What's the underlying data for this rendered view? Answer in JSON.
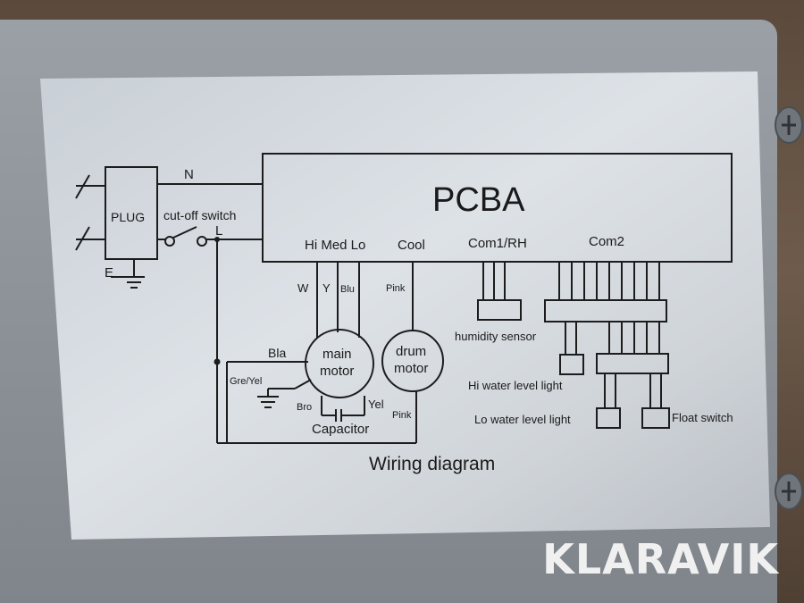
{
  "diagram": {
    "pcba_label": "PCBA",
    "plug_label": "PLUG",
    "n_label": "N",
    "e_label": "E",
    "l_label": "L",
    "cutoff_label": "cut-off switch",
    "hi_med_lo_label": "Hi Med Lo",
    "cool_label": "Cool",
    "com1_label": "Com1/RH",
    "com2_label": "Com2",
    "w_label": "W",
    "y_label": "Y",
    "blu_label": "Blu",
    "pink_top_label": "Pink",
    "bla_label": "Bla",
    "gre_yel_label": "Gre/Yel",
    "main_motor_line1": "main",
    "main_motor_line2": "motor",
    "drum_motor_line1": "drum",
    "drum_motor_line2": "motor",
    "bro_label": "Bro",
    "yel_label": "Yel",
    "pink_bottom_label": "Pink",
    "capacitor_label": "Capacitor",
    "humidity_label": "humidity sensor",
    "hi_water_label": "Hi water level light",
    "lo_water_label": "Lo water level light",
    "float_label": "Float switch",
    "title": "Wiring diagram"
  },
  "watermark": "KLARAVIK"
}
